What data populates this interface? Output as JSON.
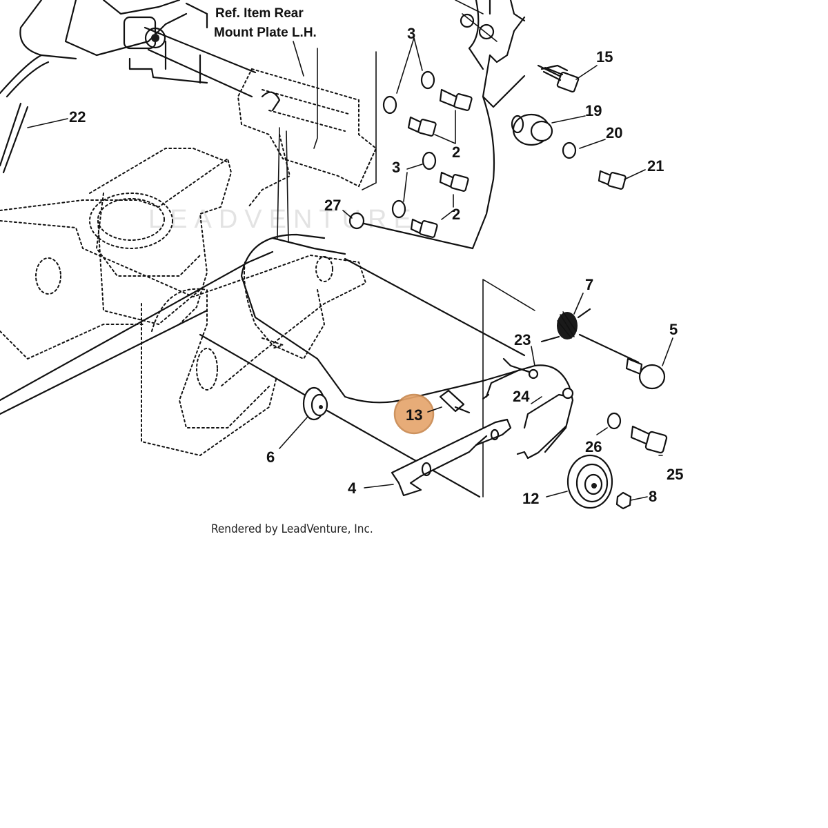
{
  "diagram": {
    "reference_label_line1": "Ref. Item Rear",
    "reference_label_line2": "Mount Plate L.H.",
    "watermark": "LEADVENTURE",
    "credit": "Rendered by LeadVenture, Inc.",
    "highlight_color": "#e6a56d",
    "highlighted_part": "13",
    "callouts": {
      "p2a": "2",
      "p2b": "2",
      "p3a": "3",
      "p3b": "3",
      "p4": "4",
      "p5": "5",
      "p6": "6",
      "p7": "7",
      "p8": "8",
      "p12": "12",
      "p13": "13",
      "p15": "15",
      "p19": "19",
      "p20": "20",
      "p21": "21",
      "p22": "22",
      "p23": "23",
      "p24": "24",
      "p25": "25",
      "p26": "26",
      "p27": "27"
    }
  }
}
